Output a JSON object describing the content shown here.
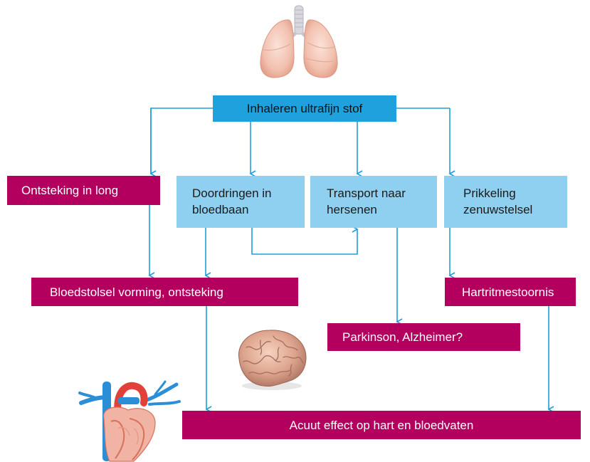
{
  "diagram": {
    "top_node": "Inhaleren ultrafijn stof",
    "nodes": {
      "ontsteking_long": "Ontsteking in long",
      "doordringen_1": "Doordringen in",
      "doordringen_2": "bloedbaan",
      "transport_1": "Transport naar",
      "transport_2": "hersenen",
      "prikkeling_1": "Prikkeling",
      "prikkeling_2": "zenuwstelsel",
      "bloedstolsel": "Bloedstolsel vorming, ontsteking",
      "hartritme": "Hartritmestoornis",
      "parkinson": "Parkinson, Alzheimer?",
      "acuut": "Acuut effect op hart en bloedvaten"
    },
    "colors": {
      "arrow": "#1e9fdb",
      "blue_box": "#8fd0f0",
      "top_box": "#1ea1dc",
      "magenta_box": "#b3005e"
    },
    "illustrations": [
      "lungs-illustration",
      "brain-illustration",
      "heart-illustration"
    ]
  }
}
